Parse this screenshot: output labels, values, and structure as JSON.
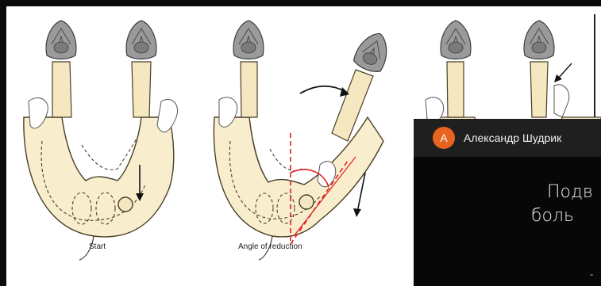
{
  "slide": {
    "captions": {
      "start": "Start",
      "angle": "Angle of reduction"
    }
  },
  "overlay": {
    "avatar_letter": "А",
    "user_name": "Александр Шудрик",
    "subtitle_line1": "Подв",
    "subtitle_line2": "боль"
  },
  "colors": {
    "bone": "#f5e7bf",
    "tissue": "#fbf1d6",
    "hoof": "#8f8f8f",
    "outline": "#4a4028",
    "arrow": "#111111",
    "angle_red": "#e02020",
    "avatar": "#e8641e",
    "header_bg": "#1f1f1f"
  }
}
